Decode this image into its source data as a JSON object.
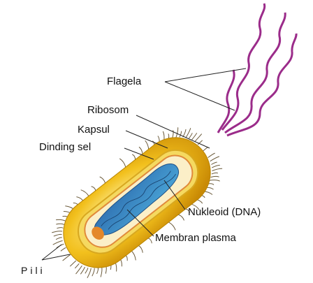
{
  "diagram": {
    "labels": {
      "flagela": "Flagela",
      "ribosom": "Ribosom",
      "kapsul": "Kapsul",
      "dinding_sel": "Dinding sel",
      "nukleoid": "Nukleoid (DNA)",
      "membran_plasma": "Membran plasma",
      "pili": "Pili"
    },
    "colors": {
      "capsule": "#f2c01d",
      "cell_wall": "#f5d960",
      "cytoplasm": "#fbefc8",
      "nucleoid": "#3d8fc9",
      "flagella": "#9b2c8a",
      "pili": "#6b5a3a"
    }
  }
}
